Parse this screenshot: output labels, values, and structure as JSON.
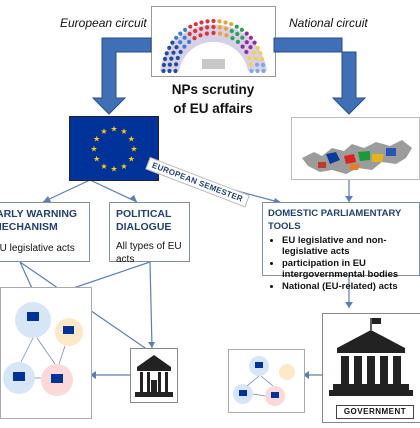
{
  "labels": {
    "european_circuit": "European circuit",
    "national_circuit": "National circuit",
    "center_line1": "NPs scrutiny",
    "center_line2": "of EU affairs",
    "european_semester": "EUROPEAN SEMESTER"
  },
  "early_warning": {
    "title_line1": "EARLY WARNING",
    "title_line2": "MECHANISM",
    "body": "EU legislative acts"
  },
  "political_dialogue": {
    "title_line1": "POLITICAL",
    "title_line2": "DIALOGUE",
    "body": "All types of EU acts"
  },
  "domestic_tools": {
    "title": "DOMESTIC PARLIAMENTARY TOOLS",
    "items": [
      "EU legislative and non-legislative acts",
      "participation in EU intergovernmental bodies",
      "National (EU-related) acts"
    ]
  },
  "government": {
    "label": "GOVERNMENT"
  },
  "colors": {
    "arrow_fill": "#3f6fb6",
    "arrow_stroke": "#2a4d8f",
    "eu_blue": "#003399",
    "eu_star": "#ffcc00",
    "title_blue": "#24406e"
  }
}
